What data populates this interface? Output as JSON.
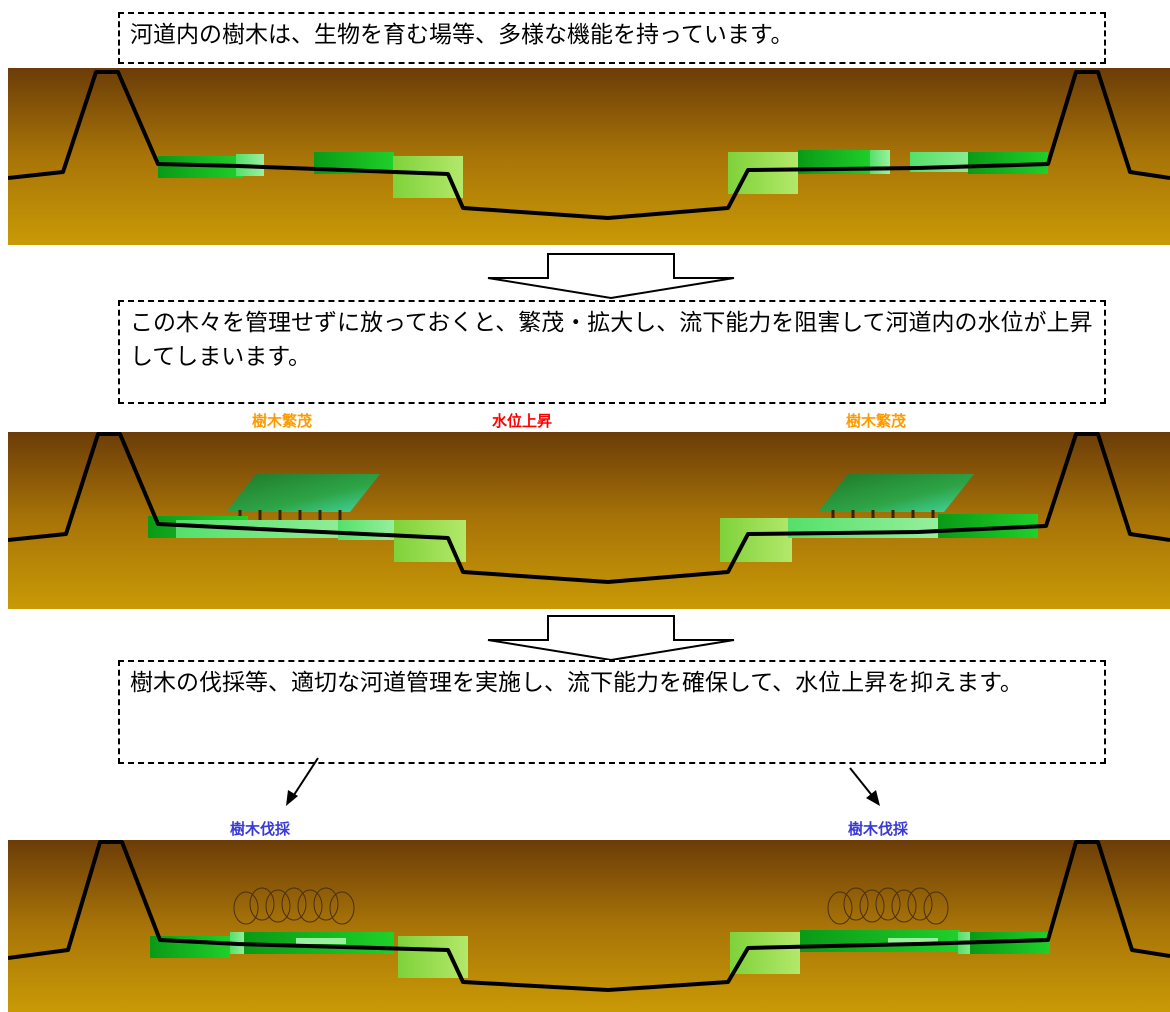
{
  "texts": {
    "step1": "河道内の樹木は、生物を育む場等、多様な機能を持っています。",
    "step2": "この木々を管理せずに放っておくと、繁茂・拡大し、流下能力を阻害して河道内の水位が上昇してしまいます。",
    "step3": "樹木の伐採等、適切な河道管理を実施し、流下能力を確保して、水位上昇を抑えます。"
  },
  "labels": {
    "overgrowth_left": "樹木繁茂",
    "water_rise": "水位上昇",
    "overgrowth_right": "樹木繁茂",
    "cut_left": "樹木伐採",
    "cut_right": "樹木伐採"
  },
  "colors": {
    "ground_top": "#6b3c08",
    "ground_bottom": "#c99a06",
    "overgrowth_label": "#ff9a00",
    "water_label": "#ff0000",
    "cut_label": "#3a3ad8"
  }
}
